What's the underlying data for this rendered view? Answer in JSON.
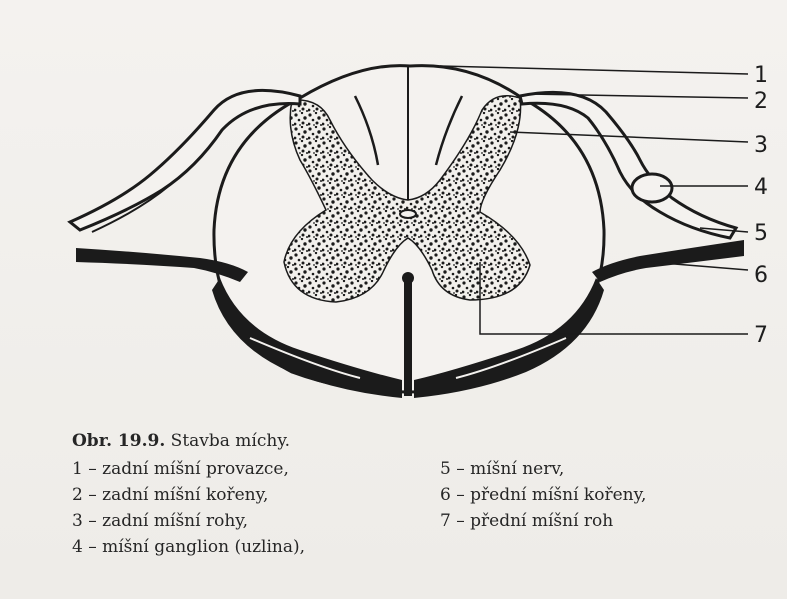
{
  "callouts": [
    "1",
    "2",
    "3",
    "4",
    "5",
    "6",
    "7"
  ],
  "caption": {
    "label": "Obr. 19.9.",
    "title": "Stavba míchy.",
    "items_left": [
      "1 – zadní míšní provazce,",
      "2 – zadní míšní kořeny,",
      "3 – zadní míšní rohy,",
      "4 – míšní ganglion (uzlina),"
    ],
    "items_right": [
      "5 – míšní nerv,",
      "6 – přední míšní kořeny,",
      "7 – přední míšní roh"
    ]
  }
}
